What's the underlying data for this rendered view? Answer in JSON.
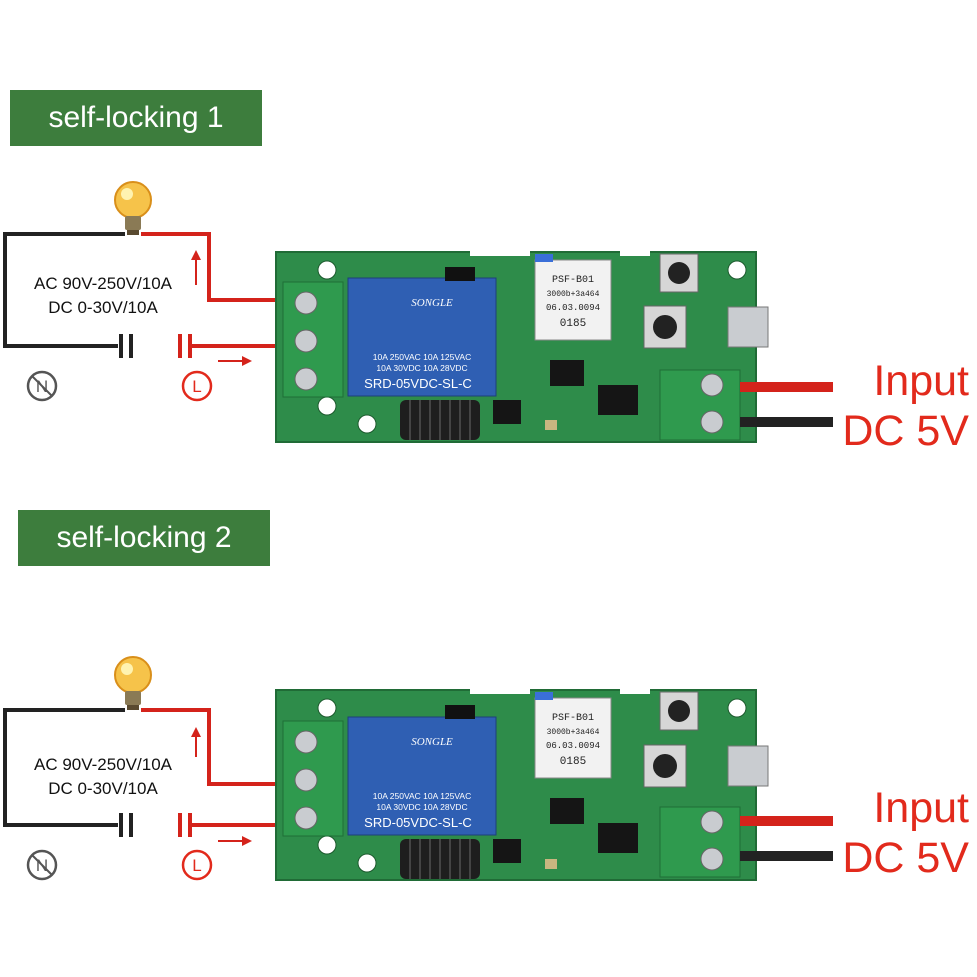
{
  "panels": [
    {
      "mode_label": "self-locking 1",
      "rating_ac": "AC 90V-250V/10A",
      "rating_dc": "DC 0-30V/10A",
      "neutral_symbol": "N",
      "live_symbol": "L",
      "input_line1": "Input",
      "input_line2": "DC 5V",
      "relay_brand": "SONGLE",
      "relay_spec1": "10A 250VAC  10A 125VAC",
      "relay_spec2": "10A  30VDC  10A  28VDC",
      "relay_model": "SRD-05VDC-SL-C",
      "module_text1": "PSF-B01",
      "module_text2": "3000b+3a464",
      "module_text3": "06.03.0094",
      "module_text4": "0185"
    },
    {
      "mode_label": "self-locking 2",
      "rating_ac": "AC 90V-250V/10A",
      "rating_dc": "DC 0-30V/10A",
      "neutral_symbol": "N",
      "live_symbol": "L",
      "input_line1": "Input",
      "input_line2": "DC 5V",
      "relay_brand": "SONGLE",
      "relay_spec1": "10A 250VAC  10A 125VAC",
      "relay_spec2": "10A  30VDC  10A  28VDC",
      "relay_model": "SRD-05VDC-SL-C",
      "module_text1": "PSF-B01",
      "module_text2": "3000b+3a464",
      "module_text3": "06.03.0094",
      "module_text4": "0185"
    }
  ],
  "colors": {
    "label_green": "#3d7d3d",
    "pcb_green": "#2e8c4a",
    "terminal_green": "#2f9a4e",
    "relay_blue": "#2f5fb3",
    "wire_red": "#d4231b",
    "wire_black": "#222222",
    "label_red": "#e22a1c",
    "symbol_gray": "#555555"
  },
  "icons": [
    "light-bulb-icon",
    "neutral-symbol-icon",
    "live-symbol-icon",
    "arrow-up-icon",
    "arrow-right-icon"
  ]
}
